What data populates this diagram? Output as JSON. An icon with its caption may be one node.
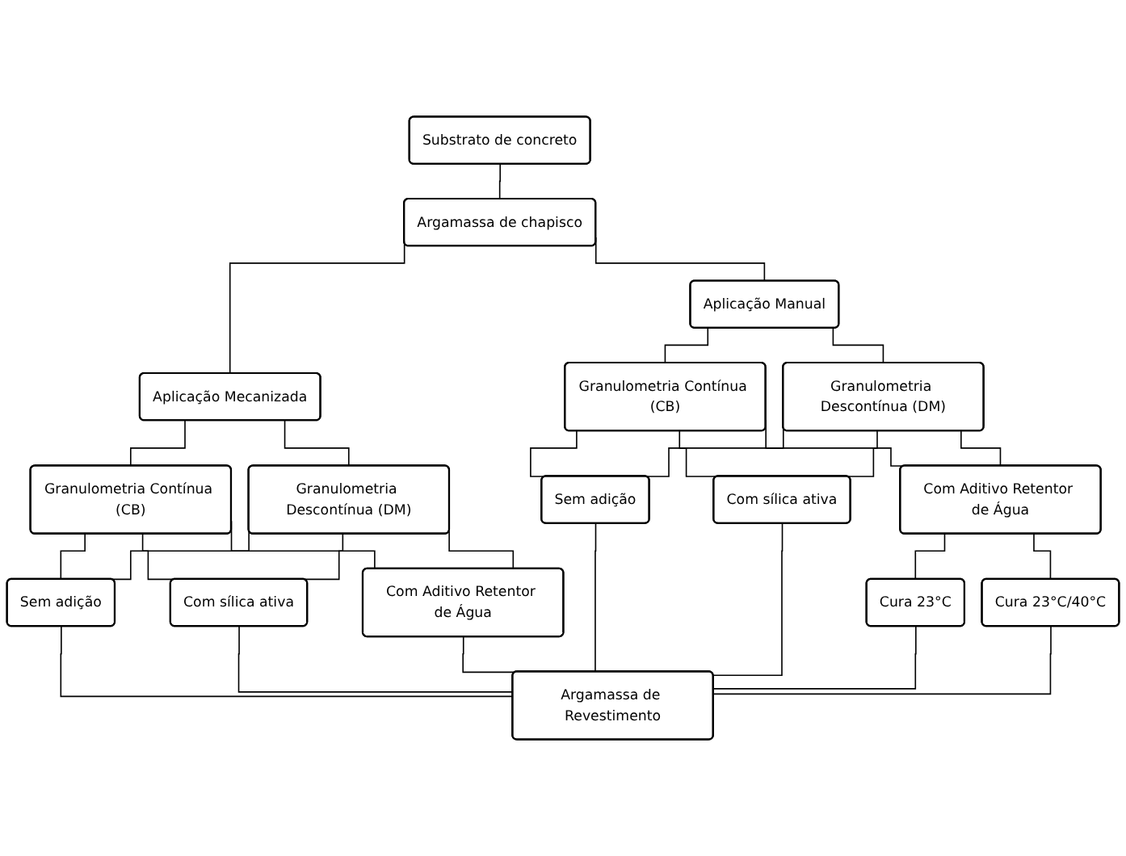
{
  "diagram": {
    "nodes": [
      {
        "text": [
          "Substrato de concreto"
        ]
      },
      {
        "text": [
          "Argamassa de chapisco"
        ]
      },
      {
        "text": [
          "Aplicação Mecanizada"
        ]
      },
      {
        "text": [
          "Aplicação Manual"
        ]
      },
      {
        "text": [
          "Granulometria Contínua (CB)"
        ]
      },
      {
        "text": [
          "Granulometria Descontínua (DM)"
        ]
      },
      {
        "text": [
          "Granulometria Contínua (CB)"
        ]
      },
      {
        "text": [
          "Granulometria Descontínua (DM)"
        ]
      },
      {
        "text": [
          "Sem adição"
        ]
      },
      {
        "text": [
          "Com sílica ativa"
        ]
      },
      {
        "text": [
          "Com Aditivo Retentor de Água"
        ]
      },
      {
        "text": [
          "Sem adição"
        ]
      },
      {
        "text": [
          "Com sílica ativa"
        ]
      },
      {
        "text": [
          "Com Aditivo Retentor de Água"
        ]
      },
      {
        "text": [
          "Cura 23°C"
        ]
      },
      {
        "text": [
          "Cura 23°C/40°C"
        ]
      },
      {
        "text": [
          "Argamassa de Revestimento"
        ]
      }
    ],
    "edges": [
      {
        "from": 0,
        "to": 1,
        "arrow": "none"
      },
      {
        "from": 1,
        "to": 2,
        "arrow": "none"
      },
      {
        "from": 1,
        "to": 3,
        "arrow": "none"
      },
      {
        "from": 2,
        "to": 4,
        "arrow": "none"
      },
      {
        "from": 2,
        "to": 5,
        "arrow": "none"
      },
      {
        "from": 3,
        "to": 6,
        "arrow": "none"
      },
      {
        "from": 3,
        "to": 7,
        "arrow": "none"
      },
      {
        "from": 4,
        "to": 8,
        "arrow": "none"
      },
      {
        "from": 4,
        "to": 9,
        "arrow": "none"
      },
      {
        "from": 4,
        "to": 10,
        "arrow": "none"
      },
      {
        "from": 5,
        "to": 8,
        "arrow": "none"
      },
      {
        "from": 5,
        "to": 9,
        "arrow": "none"
      },
      {
        "from": 5,
        "to": 10,
        "arrow": "none"
      },
      {
        "from": 6,
        "to": 11,
        "arrow": "none"
      },
      {
        "from": 6,
        "to": 12,
        "arrow": "none"
      },
      {
        "from": 6,
        "to": 13,
        "arrow": "none"
      },
      {
        "from": 7,
        "to": 11,
        "arrow": "none"
      },
      {
        "from": 7,
        "to": 12,
        "arrow": "none"
      },
      {
        "from": 7,
        "to": 13,
        "arrow": "none"
      },
      {
        "from": 8,
        "to": 16,
        "arrow": "none"
      },
      {
        "from": 9,
        "to": 16,
        "arrow": "none"
      },
      {
        "from": 10,
        "to": 16,
        "arrow": "none"
      },
      {
        "from": 11,
        "to": 16,
        "arrow": "none"
      },
      {
        "from": 12,
        "to": 16,
        "arrow": "none"
      },
      {
        "from": 13,
        "to": 14,
        "arrow": "none"
      },
      {
        "from": 13,
        "to": 15,
        "arrow": "none"
      },
      {
        "from": 14,
        "to": 16,
        "arrow": "none"
      },
      {
        "from": 15,
        "to": 16,
        "arrow": "none"
      }
    ]
  }
}
